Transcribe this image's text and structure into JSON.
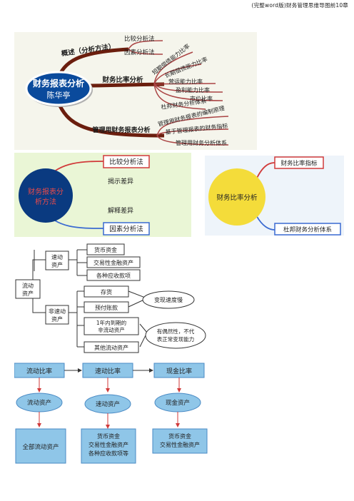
{
  "header": {
    "text": "(完整word版)财务管理思维导图前10章"
  },
  "mindmap": {
    "center": {
      "title": "财务报表分析",
      "author": "陈华亭"
    },
    "branches": [
      {
        "label": "概述（分析方法）",
        "children": [
          "比较分析法",
          "因素分析法"
        ]
      },
      {
        "label": "财务比率分析",
        "children": [
          "短期偿债能力比率",
          "长期偿债能力比率",
          "营运能力比率",
          "盈利能力比率",
          "市价比率",
          "杜邦财务分析体系"
        ]
      },
      {
        "label": "管理用财务报表分析",
        "children": [
          "管理用财务报表的编制原理",
          "基于管理报表的财务指标",
          "管理用财务分析体系"
        ]
      }
    ]
  },
  "methods": {
    "center": "财务报表分析方法",
    "top": "比较分析法",
    "bottom": "因素分析法",
    "top_note": "揭示差异",
    "bottom_note": "解释差异"
  },
  "ratio": {
    "center": "财务比率分析",
    "top": "财务比率指标",
    "bottom": "杜邦财务分析体系"
  },
  "assets": {
    "root": "流动资产",
    "quick": "速动资产",
    "nonquick": "非速动资产",
    "quick_items": [
      "货币资金",
      "交易性金融资产",
      "各种应收款项"
    ],
    "nonquick_items": [
      "存货",
      "预付账款",
      "1年内到期的非流动资产",
      "其他流动资产"
    ],
    "note1": "变现速度慢",
    "note2": "有偶然性，不代表正常变现能力"
  },
  "ratios_table": {
    "ratios": [
      "流动比率",
      "速动比率",
      "现金比率"
    ],
    "assets": [
      "流动资产",
      "速动资产",
      "现金资产"
    ],
    "contents": [
      "全部流动资产",
      "货币资金\n交易性金融资产\n各种应收款项等",
      "货币资金\n交易性金融资产"
    ]
  },
  "colors": {
    "center_fill": "#0a4a9c",
    "branch": "#7a2a0a",
    "yellow": "#f4dc3a",
    "green_bg": "#eaf6d6",
    "blue_box": "#8fc6e8"
  }
}
